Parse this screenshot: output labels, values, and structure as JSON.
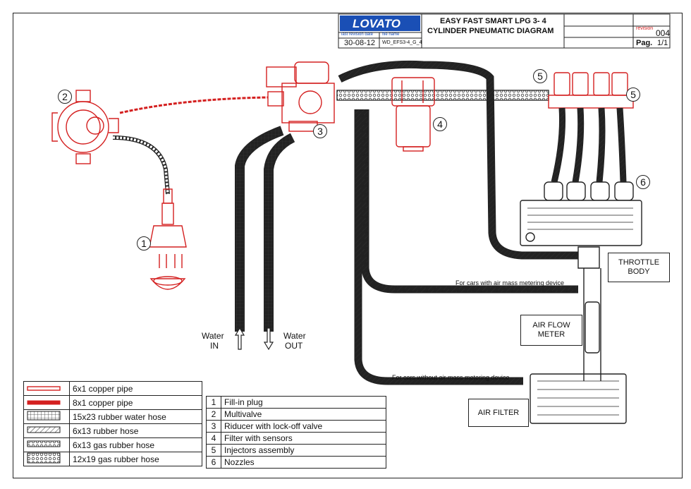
{
  "title_block": {
    "logo_text": "LOVATO",
    "last_revision_label": "last revision date",
    "file_name_label": "file name",
    "date": "30-08-12",
    "file_name": "WD_EFS3-4_G_4",
    "title_line1": "EASY FAST SMART LPG 3- 4",
    "title_line2": "CYLINDER PNEUMATIC DIAGRAM",
    "revision_label": "revision",
    "revision": "004",
    "page_label": "Pag.",
    "page": "1/1"
  },
  "callouts": [
    "1",
    "2",
    "3",
    "4",
    "5",
    "5",
    "6"
  ],
  "labels": {
    "water_in_1": "Water",
    "water_in_2": "IN",
    "water_out_1": "Water",
    "water_out_2": "OUT",
    "throttle_body": "THROTTLE BODY",
    "air_flow_meter": "AIR FLOW METER",
    "air_filter": "AIR FILTER",
    "note_with": "For cars with air mass metering device",
    "note_without": "For cars without air mass metering device"
  },
  "legend": [
    {
      "icon": "copper-pipe-6x1-icon",
      "label": "6x1 copper pipe"
    },
    {
      "icon": "copper-pipe-8x1-icon",
      "label": "8x1 copper pipe"
    },
    {
      "icon": "water-hose-icon",
      "label": "15x23 rubber water hose"
    },
    {
      "icon": "rubber-hose-icon",
      "label": "6x13 rubber hose"
    },
    {
      "icon": "gas-hose-6x13-icon",
      "label": "6x13 gas rubber hose"
    },
    {
      "icon": "gas-hose-12x19-icon",
      "label": "12x19 gas rubber hose"
    }
  ],
  "parts": [
    {
      "n": "1",
      "label": "Fill-in plug"
    },
    {
      "n": "2",
      "label": "Multivalve"
    },
    {
      "n": "3",
      "label": "Riducer with lock-off valve"
    },
    {
      "n": "4",
      "label": "Filter with sensors"
    },
    {
      "n": "5",
      "label": "Injectors assembly"
    },
    {
      "n": "6",
      "label": "Nozzles"
    }
  ],
  "colors": {
    "component": "#d42020",
    "line": "#222222",
    "logo": "#1a4fb5"
  }
}
